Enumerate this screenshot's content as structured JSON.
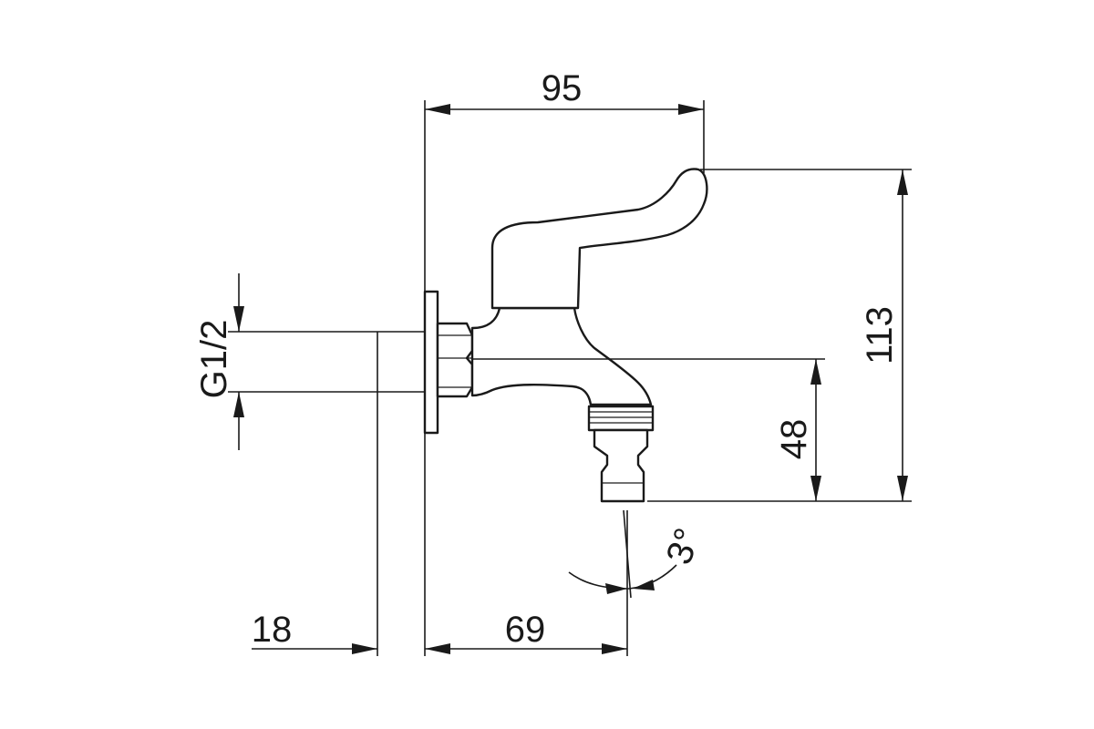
{
  "dimensions": {
    "width_top": "95",
    "height_total": "113",
    "height_outlet": "48",
    "thread": "G1/2",
    "wall_offset": "18",
    "spout_reach": "69",
    "angle": "3°"
  },
  "colors": {
    "line": "#1a1a1a",
    "background": "#ffffff"
  }
}
